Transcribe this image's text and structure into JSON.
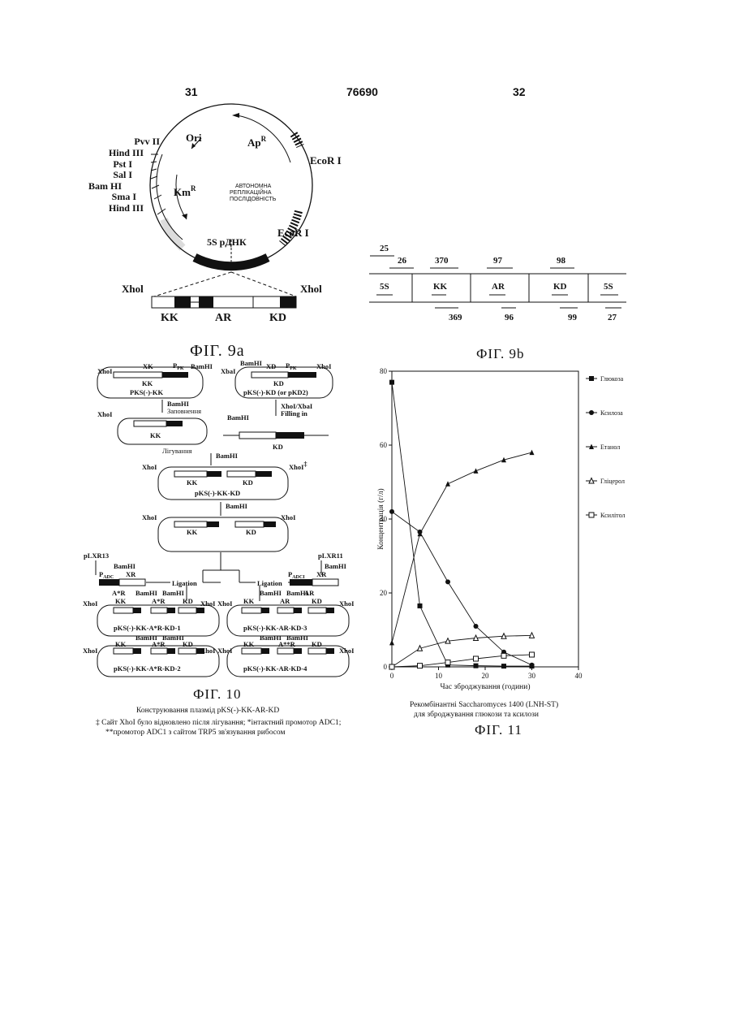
{
  "header": {
    "left": "31",
    "center": "76690",
    "right": "32"
  },
  "fig9a": {
    "caption": "ФІГ. 9a",
    "site_labels": [
      "Pvv II",
      "Hind III",
      "Pst I",
      "Sal I",
      "Bam HI",
      "Sma I",
      "Hind III"
    ],
    "ori": "Ori",
    "ap": "Ap",
    "apr_sup": "R",
    "km": "Km",
    "km_sup": "R",
    "ecor_top": "EcoR I",
    "ecor_bottom": "EcoR I",
    "autonomous": [
      "АВТОНОМНА",
      "РЕПЛІКАЦІЙНА",
      "ПОСЛІДОВНІСТЬ"
    ],
    "rdna": "5S рДНК",
    "xhol_left": "Xhol",
    "xhol_right": "Xhol",
    "genes": [
      "KK",
      "AR",
      "KD"
    ]
  },
  "fig9b": {
    "caption": "ФІГ. 9b",
    "primers_top": [
      "25",
      "26",
      "370",
      "97",
      "98"
    ],
    "segments": [
      "5S",
      "KK",
      "AR",
      "KD",
      "5S"
    ],
    "primers_bottom": [
      "369",
      "96",
      "99",
      "27"
    ]
  },
  "fig10": {
    "caption": "ФІГ. 10",
    "labels": {
      "xhoi": "XhoI",
      "xbai": "XbaI",
      "bamhi": "BamHI",
      "kk": "KK",
      "kd": "KD",
      "xd": "XD",
      "ppk": "P",
      "ppk_sub": "PK",
      "xk": "XK",
      "ar": "AR",
      "p1_name": "PKS(-)-KK",
      "p2_name": "pKS(-)-KD (or pKD2)",
      "fill_ua": "Заповнення",
      "filling": "Filling in",
      "xhoi_xbai": "XhoI/XbaI",
      "ligation_ua": "Лігування",
      "p3_name": "pKS(-)-KK-KD",
      "plxr13": "pLXR13",
      "plxr11": "pLXR11",
      "ligation": "Ligation",
      "padc": "P",
      "padc_sub": "ADC",
      "padci_sub": "ADCI",
      "xr": "XR",
      "a_star_r": "A*R",
      "a_2star_r": "A**R",
      "p_final_1": "pKS(-)-KK-A*R-KD-1",
      "p_final_2": "pKS(-)-KK-A*R-KD-2",
      "p_final_3": "pKS(-)-KK-AR-KD-3",
      "p_final_4": "pKS(-)-KK-AR-KD-4",
      "dagger": "‡"
    },
    "title": "Конструювання плазмід pKS(-)-KK-AR-KD",
    "footnote1": "‡ Сайт XhoI було відновлено після лігування; *інтактний промотор ADC1;",
    "footnote2": "**промотор ADC1 з сайтом TRP5 зв'язування рибосом"
  },
  "fig11": {
    "caption": "ФІГ. 11",
    "subtitle1": "Рекомбінантні Saccharomyces 1400 (LNH-ST)",
    "subtitle2": "для зброджування глюкози та ксилози",
    "chart_data": {
      "type": "line",
      "xlabel": "Час зброджування (години)",
      "ylabel": "Концентрація (г/л)",
      "xlim": [
        0,
        40
      ],
      "ylim": [
        0,
        80
      ],
      "xticks": [
        "0",
        "10",
        "20",
        "30",
        "40"
      ],
      "yticks": [
        "0",
        "20",
        "40",
        "60",
        "80"
      ],
      "legend_position": "right",
      "series": [
        {
          "name": "Глюкоза",
          "marker": "filled-square",
          "x": [
            0,
            6,
            12,
            18,
            24,
            30
          ],
          "y": [
            77,
            16.5,
            0.5,
            0.3,
            0.2,
            0.2
          ]
        },
        {
          "name": "Ксилоза",
          "marker": "filled-circle",
          "x": [
            0,
            6,
            12,
            18,
            24,
            30
          ],
          "y": [
            42,
            36.5,
            23,
            11,
            4,
            0.5
          ]
        },
        {
          "name": "Етанол",
          "marker": "filled-triangle",
          "x": [
            0,
            6,
            12,
            18,
            24,
            30
          ],
          "y": [
            6.5,
            36,
            49.5,
            53,
            56,
            58
          ]
        },
        {
          "name": "Гліцерол",
          "marker": "open-triangle",
          "x": [
            0,
            6,
            12,
            18,
            24,
            30
          ],
          "y": [
            0,
            5,
            7,
            7.8,
            8.3,
            8.5
          ]
        },
        {
          "name": "Ксилітол",
          "marker": "open-square",
          "x": [
            0,
            6,
            12,
            18,
            24,
            30
          ],
          "y": [
            0,
            0.3,
            1.2,
            2.2,
            3,
            3.3
          ]
        }
      ]
    }
  }
}
